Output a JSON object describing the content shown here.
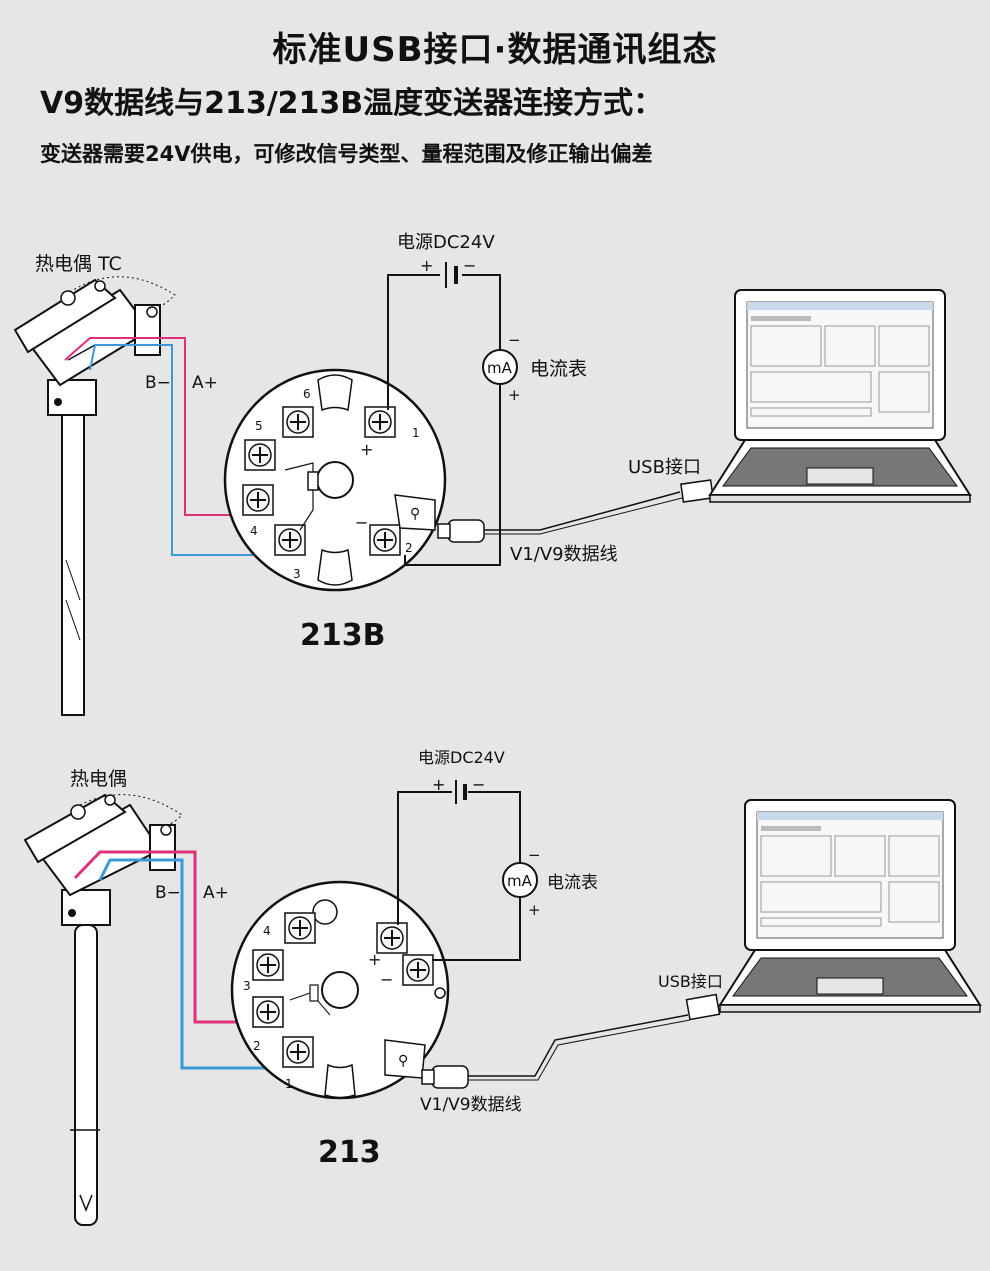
{
  "header": {
    "title": "标准USB接口·数据通讯组态",
    "subtitle": "V9数据线与213/213B温度变送器连接方式：",
    "description": "变送器需要24V供电，可修改信号类型、量程范围及修正输出偏差"
  },
  "diagram_top": {
    "sensor_label": "热电偶 TC",
    "power_label": "电源DC24V",
    "plus": "+",
    "minus": "−",
    "meter_symbol": "mA",
    "meter_label": "电流表",
    "b_minus": "B−",
    "a_plus": "A+",
    "usb_label": "USB接口",
    "cable_label": "V1/V9数据线",
    "model": "213B",
    "terminals": [
      "1",
      "2",
      "3",
      "4",
      "5",
      "6"
    ]
  },
  "diagram_bottom": {
    "sensor_label": "热电偶",
    "power_label": "电源DC24V",
    "plus": "+",
    "minus": "−",
    "meter_symbol": "mA",
    "meter_label": "电流表",
    "b_minus": "B−",
    "a_plus": "A+",
    "usb_label": "USB接口",
    "cable_label": "V1/V9数据线",
    "model": "213",
    "terminals": [
      "1",
      "2",
      "3",
      "4"
    ]
  },
  "colors": {
    "background": "#e6e6e6",
    "pink_wire": "#e0307a",
    "blue_wire": "#3a9ad9",
    "black_wire": "#111111"
  }
}
